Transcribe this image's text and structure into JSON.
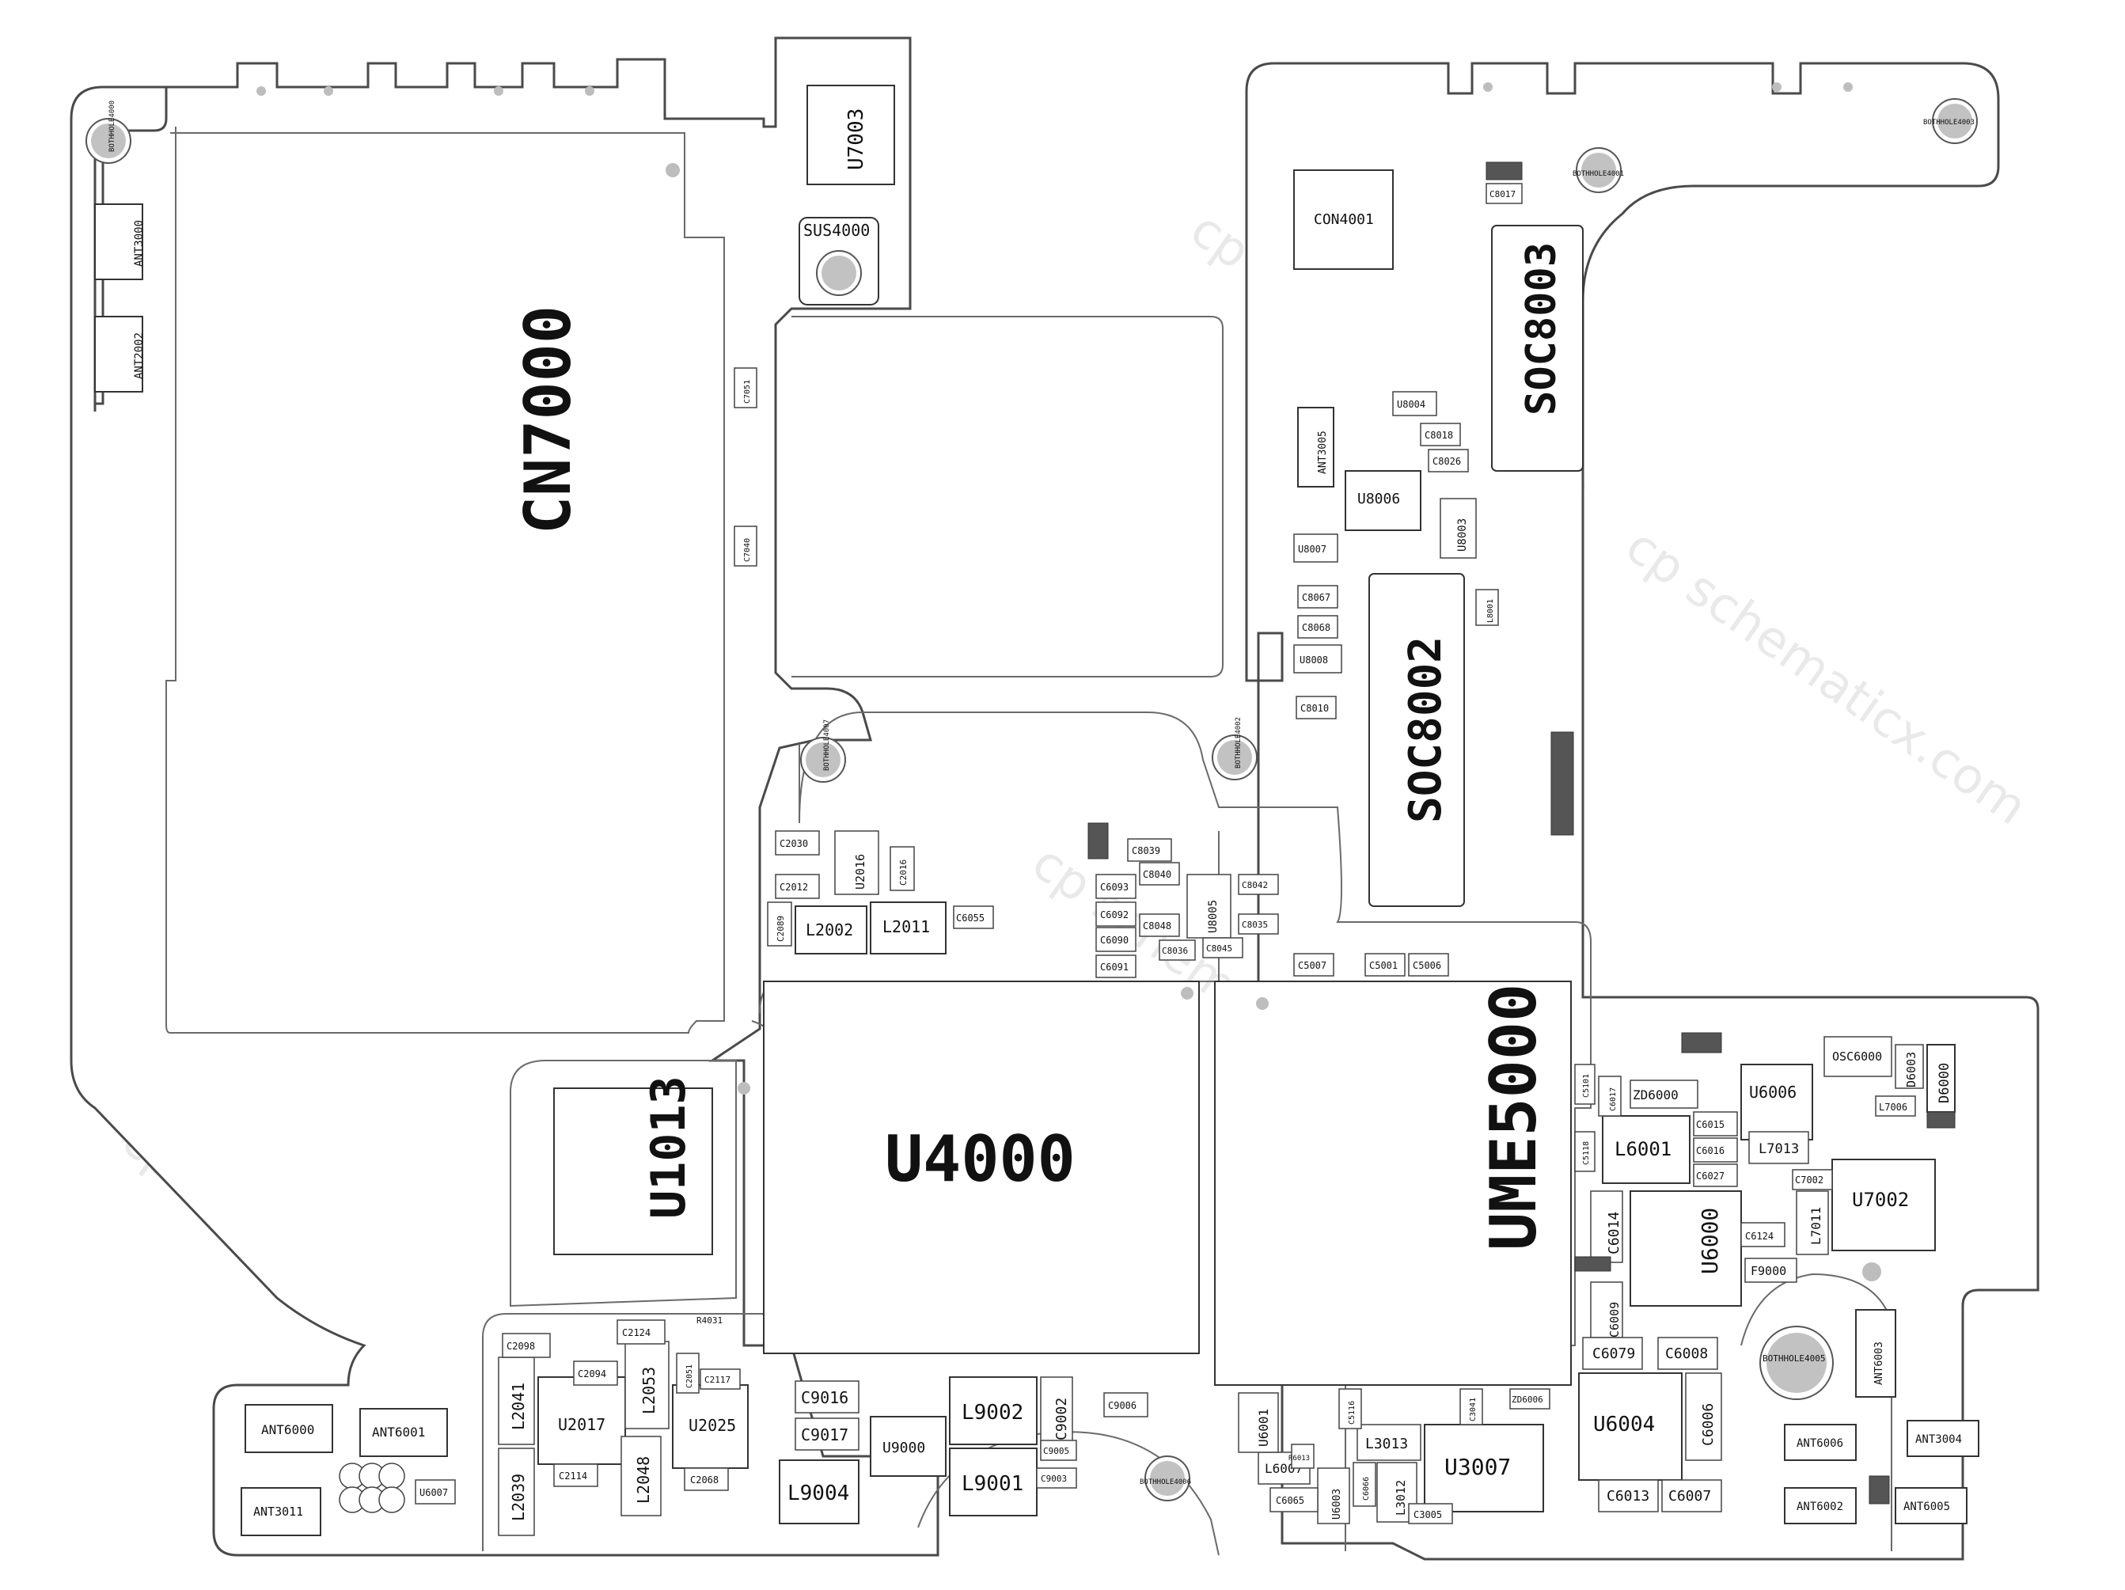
{
  "watermark": "cp schematicx.com",
  "labels": {
    "cn7000": "CN7000",
    "u4000": "U4000",
    "ume5000": "UME5000",
    "u1013": "U1013",
    "soc8002": "SOC8002",
    "soc8003": "SOC8003",
    "u7003": "U7003",
    "sus4000": "SUS4000",
    "con4001": "CON4001",
    "u7002": "U7002",
    "u6000": "U6000",
    "u6004": "U6004",
    "u3007": "U3007",
    "u2017": "U2017",
    "u2025": "U2025",
    "u9000": "U9000",
    "u6006": "U6006",
    "u8006": "U8006",
    "u8004": "U8004",
    "u8005": "U8005",
    "u2016": "U2016",
    "u8003": "U8003",
    "u8007": "U8007",
    "u8008": "U8008",
    "u6007": "U6007",
    "u6001": "U6001",
    "u6003": "U6003",
    "l2002": "L2002",
    "l2011": "L2011",
    "l2041": "L2041",
    "l2039": "L2039",
    "l2053": "L2053",
    "l2048": "L2048",
    "l9002": "L9002",
    "l9001": "L9001",
    "l9004": "L9004",
    "l6001": "L6001",
    "l7013": "L7013",
    "l7011": "L7011",
    "l3013": "L3013",
    "l3012": "L3012",
    "l6007": "L6007",
    "l7006": "L7006",
    "l8001": "L8001",
    "c9016": "C9016",
    "c9017": "C9017",
    "c9002": "C9002",
    "c6014": "C6014",
    "c6009": "C6009",
    "c6079": "C6079",
    "c6008": "C6008",
    "c6006": "C6006",
    "c6013": "C6013",
    "c6007": "C6007",
    "c6015": "C6015",
    "c6016": "C6016",
    "c6124": "C6124",
    "c7002": "C7002",
    "c2030": "C2030",
    "c2012": "C2012",
    "c2089": "C2089",
    "c2016": "C2016",
    "c2098": "C2098",
    "c2094": "C2094",
    "c2124": "C2124",
    "c2051": "C2051",
    "c2117": "C2117",
    "c2114": "C2114",
    "c2068": "C2068",
    "c6055": "C6055",
    "c6093": "C6093",
    "c6092": "C6092",
    "c6090": "C6090",
    "c6091": "C6091",
    "c8039": "C8039",
    "c8040": "C8040",
    "c8048": "C8048",
    "c8036": "C8036",
    "c8045": "C8045",
    "c8042": "C8042",
    "c8035": "C8035",
    "c5007": "C5007",
    "c5001": "C5001",
    "c5006": "C5006",
    "c5118": "C5118",
    "c5101": "C5101",
    "c6017": "C6017",
    "c6027": "C6027",
    "c8067": "C8067",
    "c8068": "C8068",
    "c8010": "C8010",
    "c8018": "C8018",
    "c8026": "C8026",
    "c8017": "C8017",
    "c7051": "C7051",
    "c7040": "C7040",
    "c9006": "C9006",
    "c9005": "C9005",
    "c9003": "C9003",
    "c3005": "C3005",
    "c3041": "C3041",
    "c5116": "C5116",
    "c6065": "C6065",
    "c6066": "C6066",
    "zd6000": "ZD6000",
    "zd6006": "ZD6006",
    "osc6000": "OSC6000",
    "d6003": "D6003",
    "d6000": "D6000",
    "f9000": "F9000",
    "r4031": "R4031",
    "r6013": "R6013",
    "ant3000": "ANT3000",
    "ant2002": "ANT2002",
    "ant3005": "ANT3005",
    "ant6000": "ANT6000",
    "ant6001": "ANT6001",
    "ant3011": "ANT3011",
    "ant6006": "ANT6006",
    "ant6002": "ANT6002",
    "ant3004": "ANT3004",
    "ant6005": "ANT6005",
    "ant6003": "ANT6003",
    "bh4000": "BOTHHOLE4000",
    "bh4001": "BOTHHOLE4001",
    "bh4003": "BOTHHOLE4003",
    "bh4007": "BOTHHOLE4007",
    "bh4002": "BOTHHOLE4002",
    "bh4005": "BOTHHOLE4005",
    "bh4006": "BOTHHOLE4006"
  }
}
